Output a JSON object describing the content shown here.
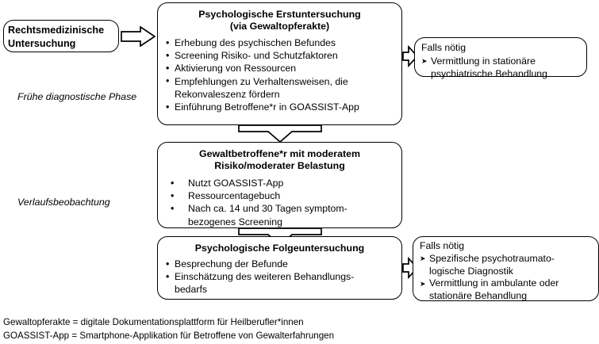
{
  "diagram": {
    "nodes": {
      "forensic": {
        "title": "Rechtsmedizinische\nUntersuchung"
      },
      "initial_exam": {
        "title": "Psychologische Erstuntersuchung\n(via Gewaltopferakte)",
        "bullets": [
          "Erhebung des psychischen Befundes",
          "Screening Risiko- und Schutzfaktoren",
          "Aktivierung von Ressourcen",
          "Empfehlungen zu Verhaltensweisen, die\nRekonvaleszenz fördern",
          "Einführung Betroffene*r in GOASSIST-App"
        ]
      },
      "referral_top": {
        "header": "Falls nötig",
        "bullets": [
          "Vermittlung in stationäre\npsychiatrische Behandlung"
        ]
      },
      "monitoring": {
        "title": "Gewaltbetroffene*r mit moderatem\nRisiko/moderater Belastung",
        "bullets": [
          "Nutzt GOASSIST-App",
          "Ressourcentagebuch",
          "Nach ca. 14 und 30 Tagen symptom-\nbezogenes Screening"
        ]
      },
      "followup_exam": {
        "title": "Psychologische Folgeuntersuchung",
        "bullets": [
          "Besprechung der Befunde",
          "Einschätzung des weiteren Behandlungs-\nbedarfs"
        ]
      },
      "referral_bottom": {
        "header": "Falls nötig",
        "bullets": [
          "Spezifische psychotraumato-\nlogische Diagnostik",
          "Vermittlung in ambulante oder\nstationäre Behandlung"
        ]
      }
    },
    "phase_labels": {
      "early": "Frühe diagnostische Phase",
      "course": "Verlaufsbeobachtung"
    },
    "footnotes": "Gewaltopferakte = digitale Dokumentationsplattform für Heilberufler*innen\nGOASSIST-App = Smartphone-Applikation für Betroffene von Gewalterfahrungen",
    "arrows": {
      "forensic_to_initial": "arrow-right-icon",
      "initial_to_referral": "arrow-right-icon",
      "initial_to_monitoring": "arrow-down-icon",
      "monitoring_to_followup": "arrow-down-icon",
      "followup_to_referral": "arrow-right-icon"
    },
    "colors": {
      "stroke": "#000000",
      "background": "#ffffff",
      "text": "#000000"
    }
  }
}
